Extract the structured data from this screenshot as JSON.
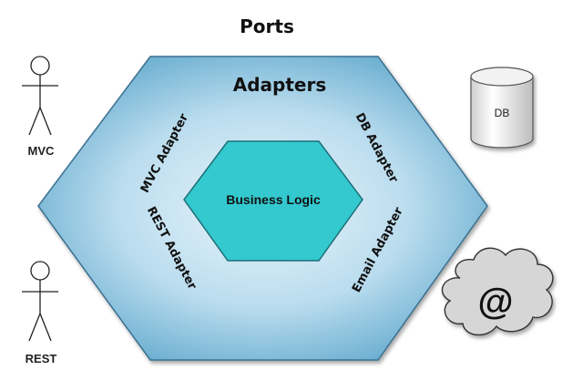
{
  "title": "Ports",
  "outer_label": "Adapters",
  "core_label": "Business Logic",
  "adapters": {
    "mvc": "MVC Adapter",
    "rest": "REST Adapter",
    "db": "DB Adapter",
    "email": "Email Adapter"
  },
  "actors": {
    "mvc": "MVC",
    "rest": "REST"
  },
  "database_label": "DB",
  "email_symbol": "@",
  "colors": {
    "outer_center": "#e6f3fa",
    "outer_edge": "#6aaed1",
    "core_fill": "#33c9cf",
    "cloud_fill": "#d6d6d6"
  }
}
